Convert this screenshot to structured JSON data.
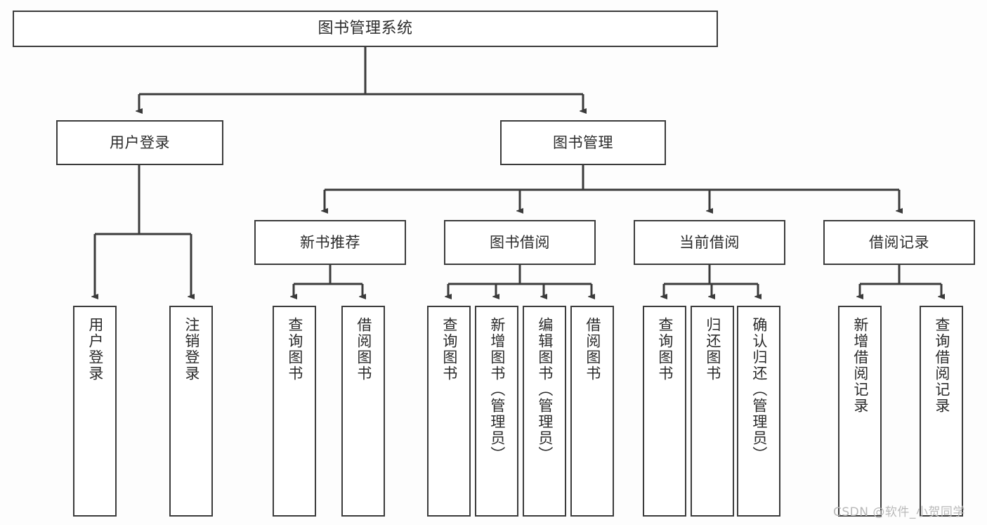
{
  "diagram": {
    "title": "图书管理系统",
    "watermark": "CSDN @软件_小贺同学",
    "colors": {
      "background": "#fdfdfd",
      "node_fill": "#ffffff",
      "node_stroke": "#3b3b3b",
      "edge_stroke": "#3b3b3b",
      "text": "#2b2b2b",
      "watermark": "#b9b9b9"
    },
    "root": {
      "label": "图书管理系统"
    },
    "level2": [
      {
        "label": "用户登录"
      },
      {
        "label": "图书管理"
      }
    ],
    "level3": [
      {
        "label": "新书推荐"
      },
      {
        "label": "图书借阅"
      },
      {
        "label": "当前借阅"
      },
      {
        "label": "借阅记录"
      }
    ],
    "leaves": {
      "user_login": [
        {
          "label": "用户登录"
        },
        {
          "label": "注销登录"
        }
      ],
      "new_book_recommend": [
        {
          "label": "查询图书"
        },
        {
          "label": "借阅图书"
        }
      ],
      "book_borrow": [
        {
          "label": "查询图书"
        },
        {
          "label": "新增图书（管理员）"
        },
        {
          "label": "编辑图书（管理员）"
        },
        {
          "label": "借阅图书"
        }
      ],
      "current_borrow": [
        {
          "label": "查询图书"
        },
        {
          "label": "归还图书"
        },
        {
          "label": "确认归还（管理员）"
        }
      ],
      "borrow_record": [
        {
          "label": "新增借阅记录"
        },
        {
          "label": "查询借阅记录"
        }
      ]
    }
  }
}
